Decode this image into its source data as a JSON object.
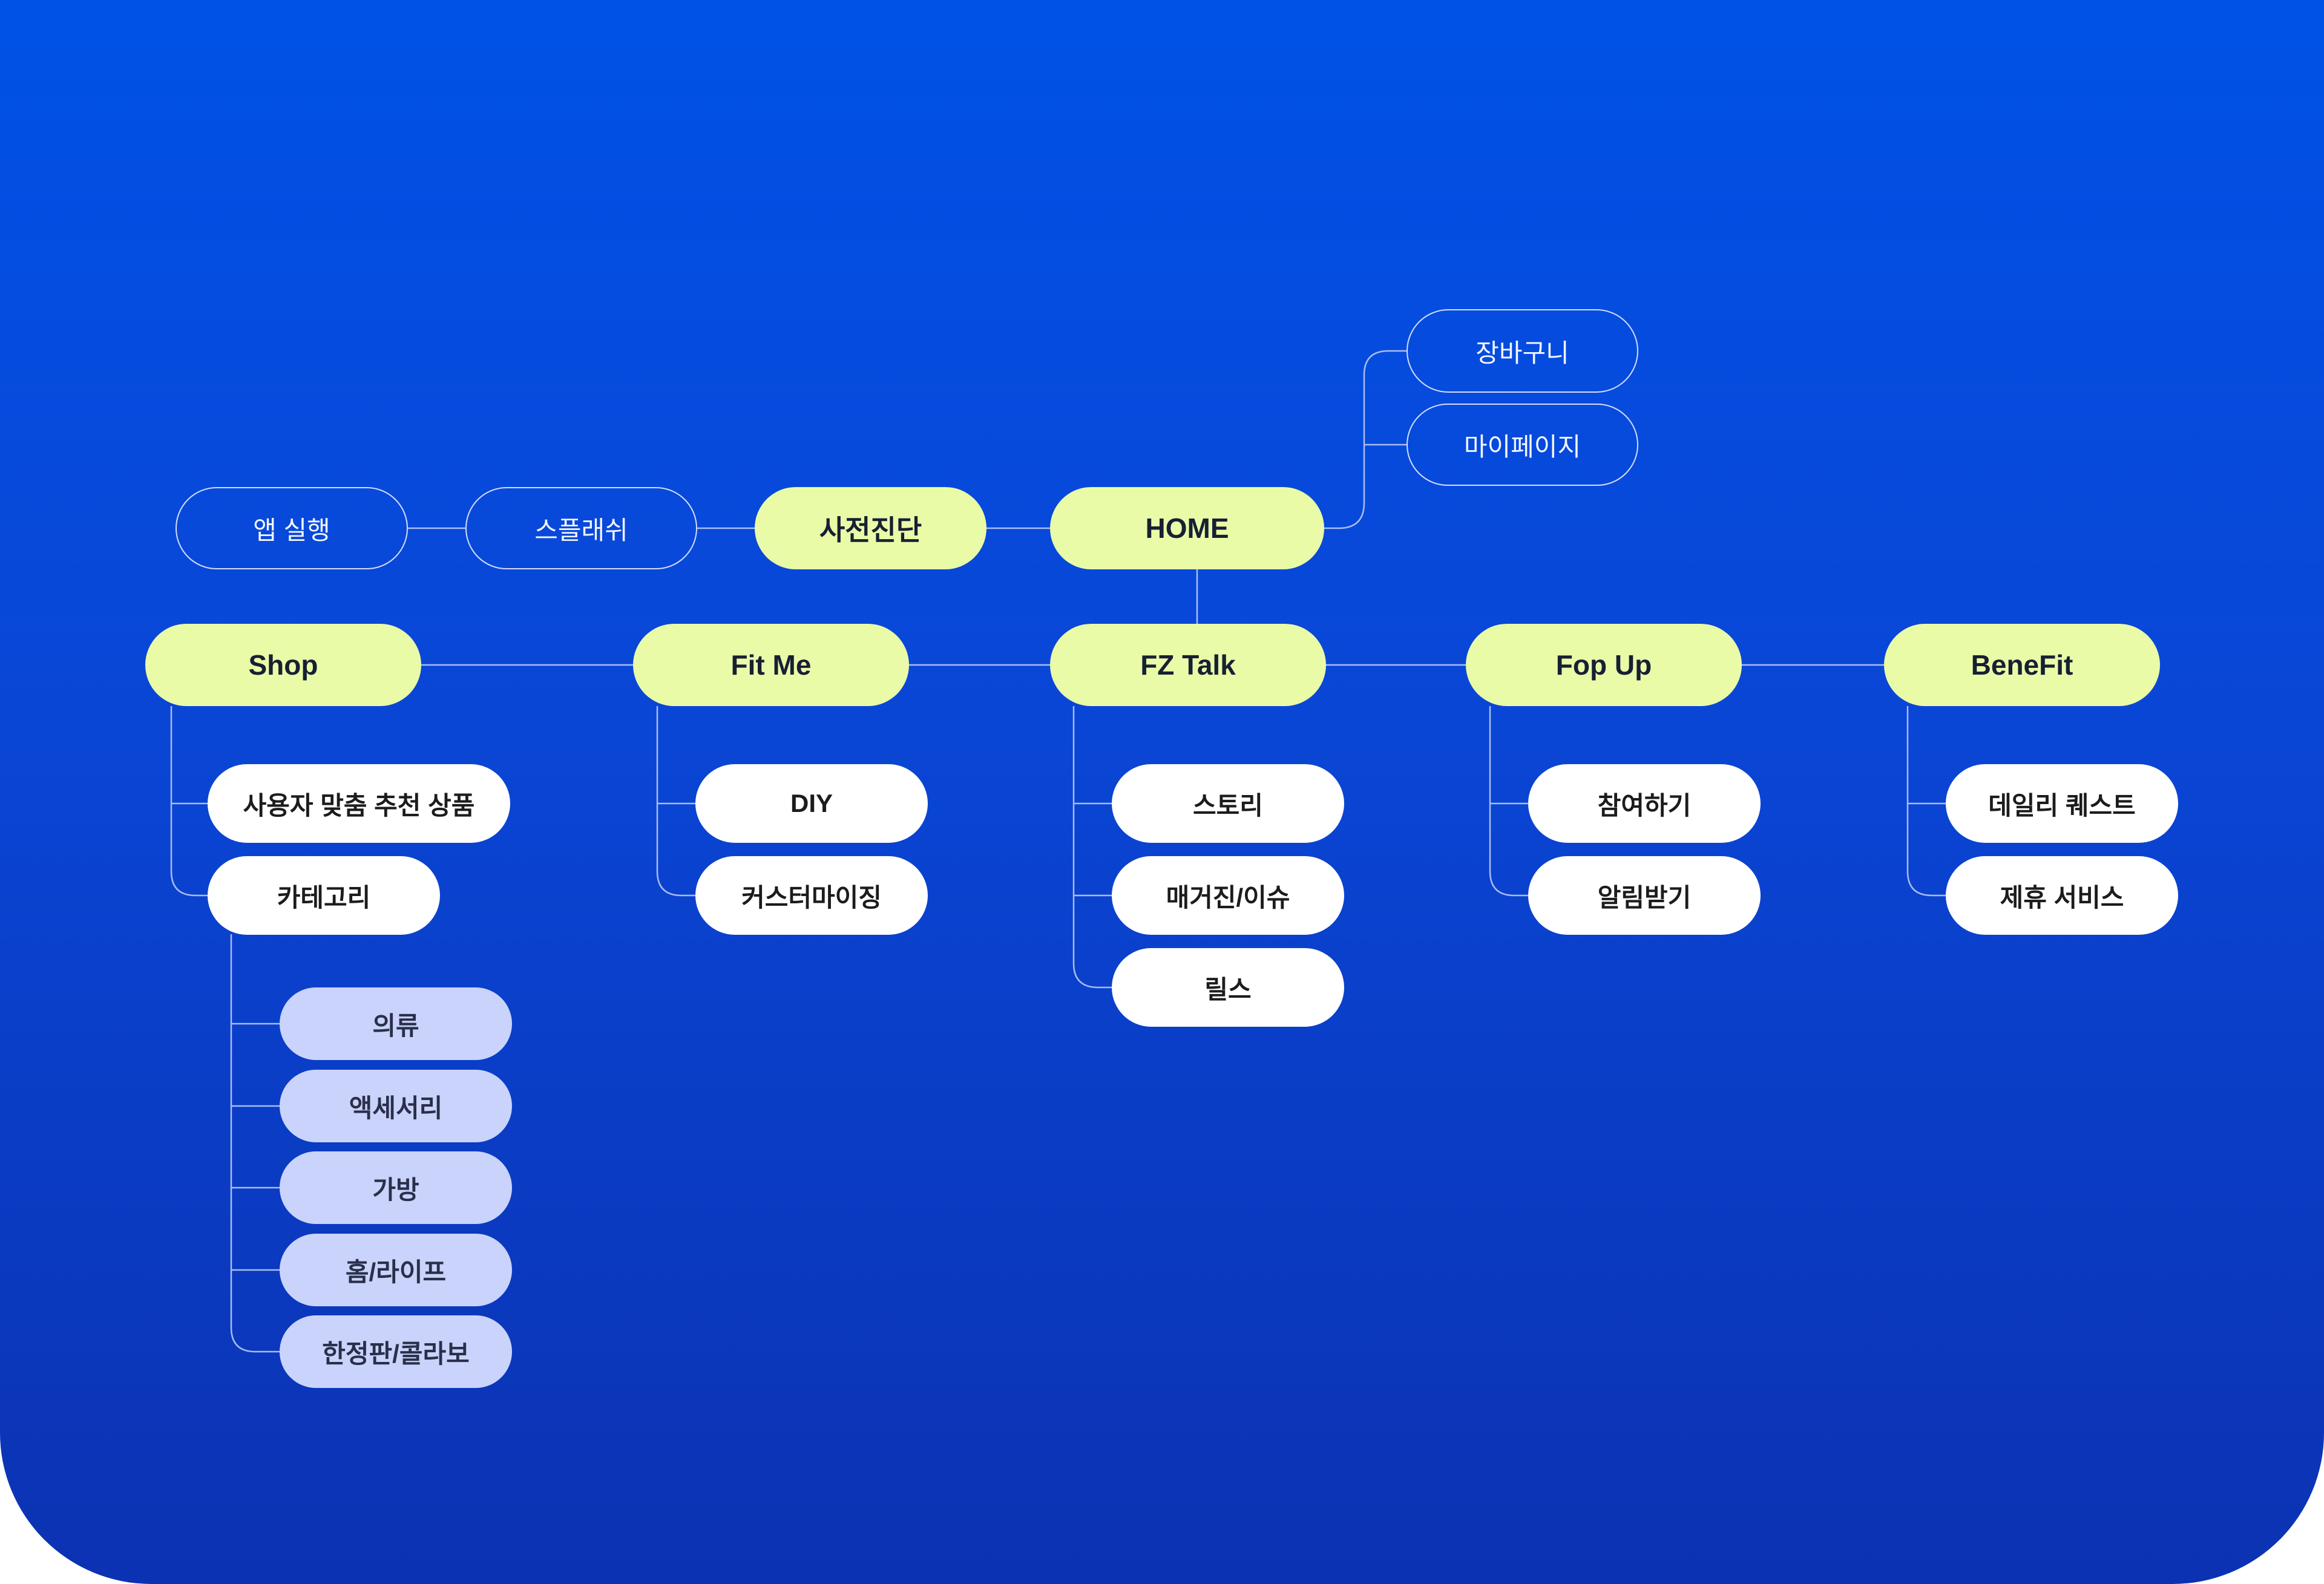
{
  "colors": {
    "background_top": "#0052e6",
    "background_bottom": "#0b32b2",
    "connector": "#a9bcf2",
    "primary_node": "#eafba8",
    "secondary_node": "#ffffff",
    "tertiary_node": "#c9d3fb",
    "outline_node": "#d4ddff"
  },
  "flow": {
    "app_launch": "앱 실행",
    "splash": "스플래쉬",
    "pre_diagnosis": "사전진단",
    "home": "HOME"
  },
  "home_links": {
    "cart": "장바구니",
    "mypage": "마이페이지"
  },
  "sections": {
    "shop": {
      "label": "Shop",
      "children": [
        "사용자 맞춤 추천 상품",
        "카테고리"
      ],
      "categories": [
        "의류",
        "액세서리",
        "가방",
        "홈/라이프",
        "한정판/콜라보"
      ]
    },
    "fitme": {
      "label": "Fit Me",
      "children": [
        "DIY",
        "커스터마이징"
      ]
    },
    "fztalk": {
      "label": "FZ Talk",
      "children": [
        "스토리",
        "매거진/이슈",
        "릴스"
      ]
    },
    "fopup": {
      "label": "Fop Up",
      "children": [
        "참여하기",
        "알림받기"
      ]
    },
    "benefit": {
      "label": "BeneFit",
      "children": [
        "데일리 퀘스트",
        "제휴 서비스"
      ]
    }
  }
}
